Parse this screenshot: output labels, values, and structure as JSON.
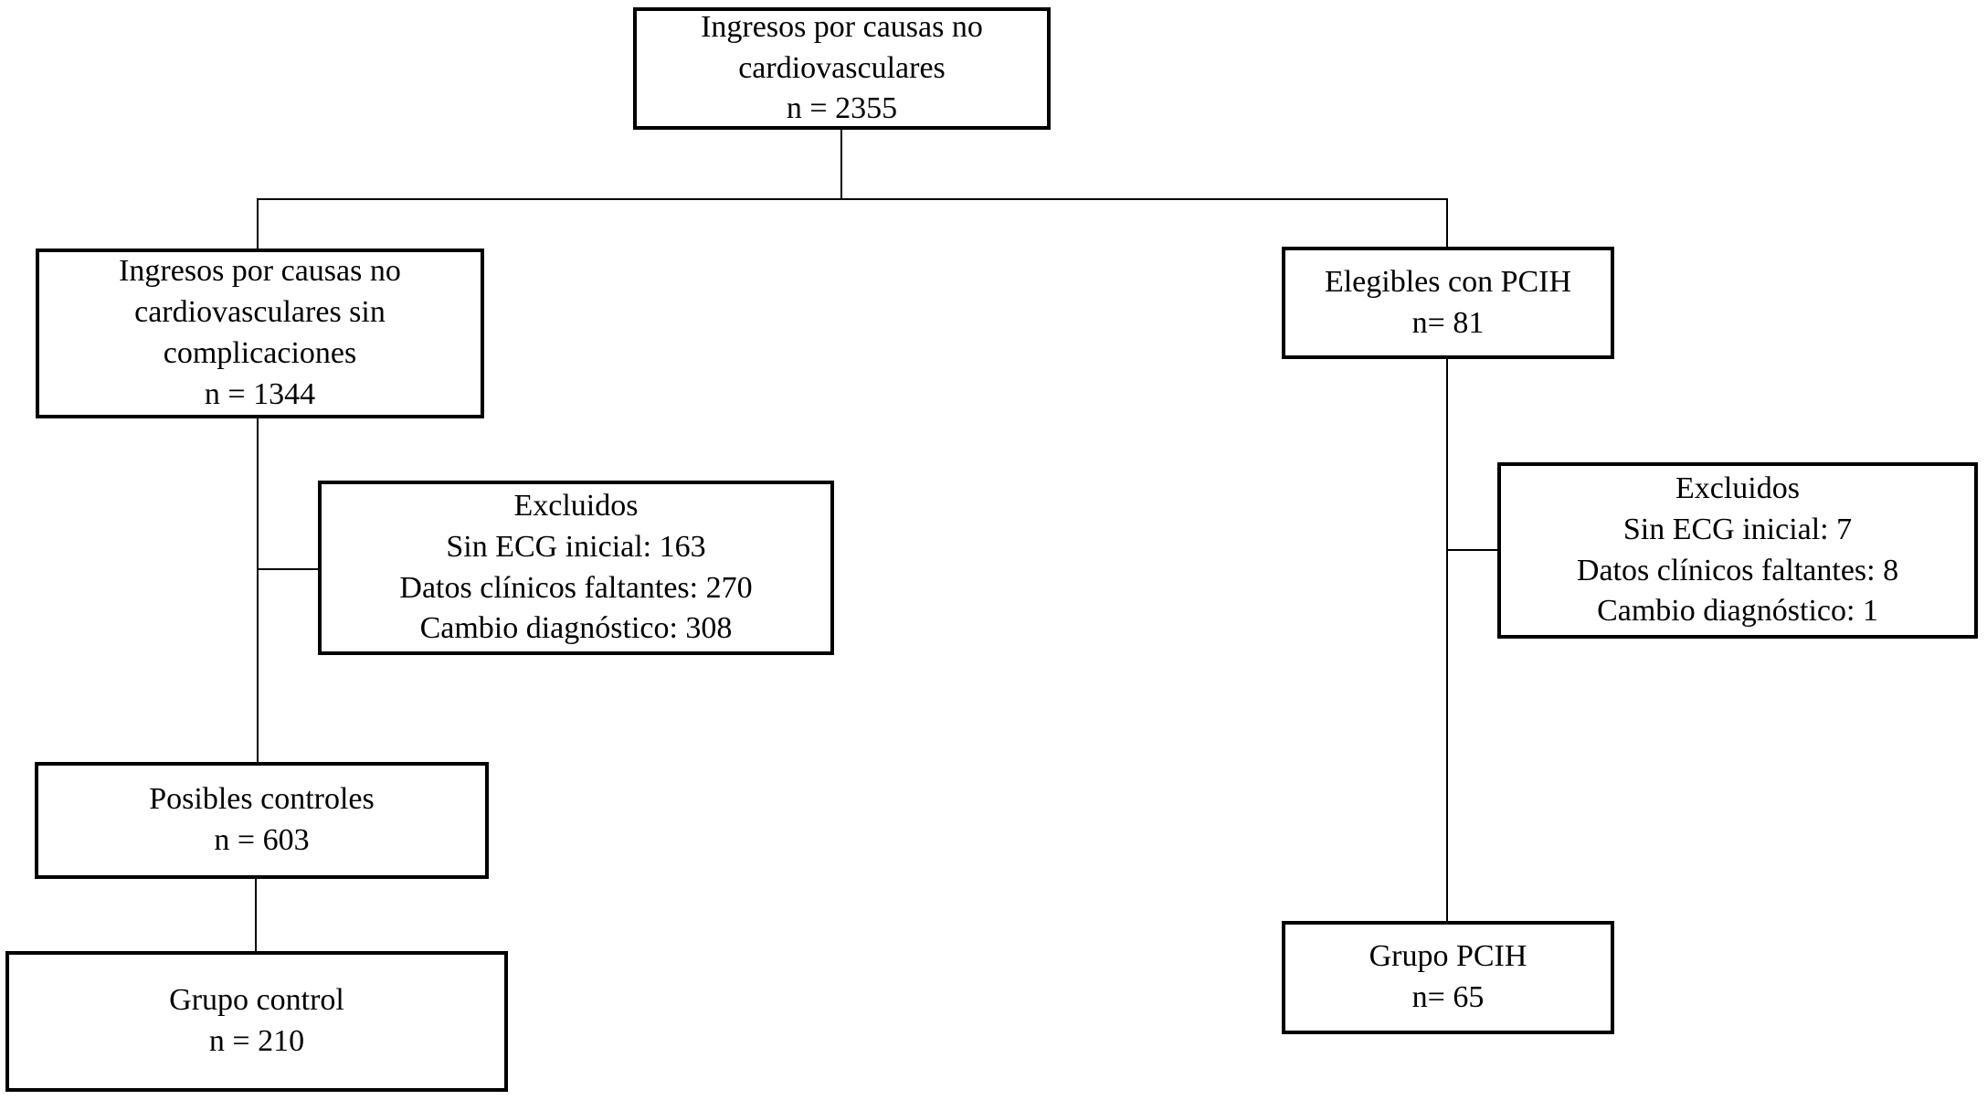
{
  "diagram": {
    "type": "flowchart",
    "background_color": "#ffffff",
    "border_color": "#000000",
    "text_color": "#000000",
    "nodes": {
      "ingresos_total": {
        "lines": [
          "Ingresos por causas no",
          "cardiovasculares",
          "n = 2355"
        ]
      },
      "ingresos_sin_complicaciones": {
        "lines": [
          "Ingresos por causas no",
          "cardiovasculares sin",
          "complicaciones",
          "n = 1344"
        ]
      },
      "elegibles_pcih": {
        "lines": [
          "Elegibles con PCIH",
          "n= 81"
        ]
      },
      "excluidos_controles": {
        "lines": [
          "Excluidos",
          "Sin ECG inicial: 163",
          "Datos clínicos faltantes: 270",
          "Cambio diagnóstico: 308"
        ]
      },
      "excluidos_pcih": {
        "lines": [
          "Excluidos",
          "Sin ECG inicial: 7",
          "Datos clínicos faltantes: 8",
          "Cambio diagnóstico: 1"
        ]
      },
      "posibles_controles": {
        "lines": [
          "Posibles controles",
          "n = 603"
        ]
      },
      "grupo_control": {
        "lines": [
          "Grupo control",
          "n = 210"
        ]
      },
      "grupo_pcih": {
        "lines": [
          "Grupo PCIH",
          "n= 65"
        ]
      }
    }
  }
}
